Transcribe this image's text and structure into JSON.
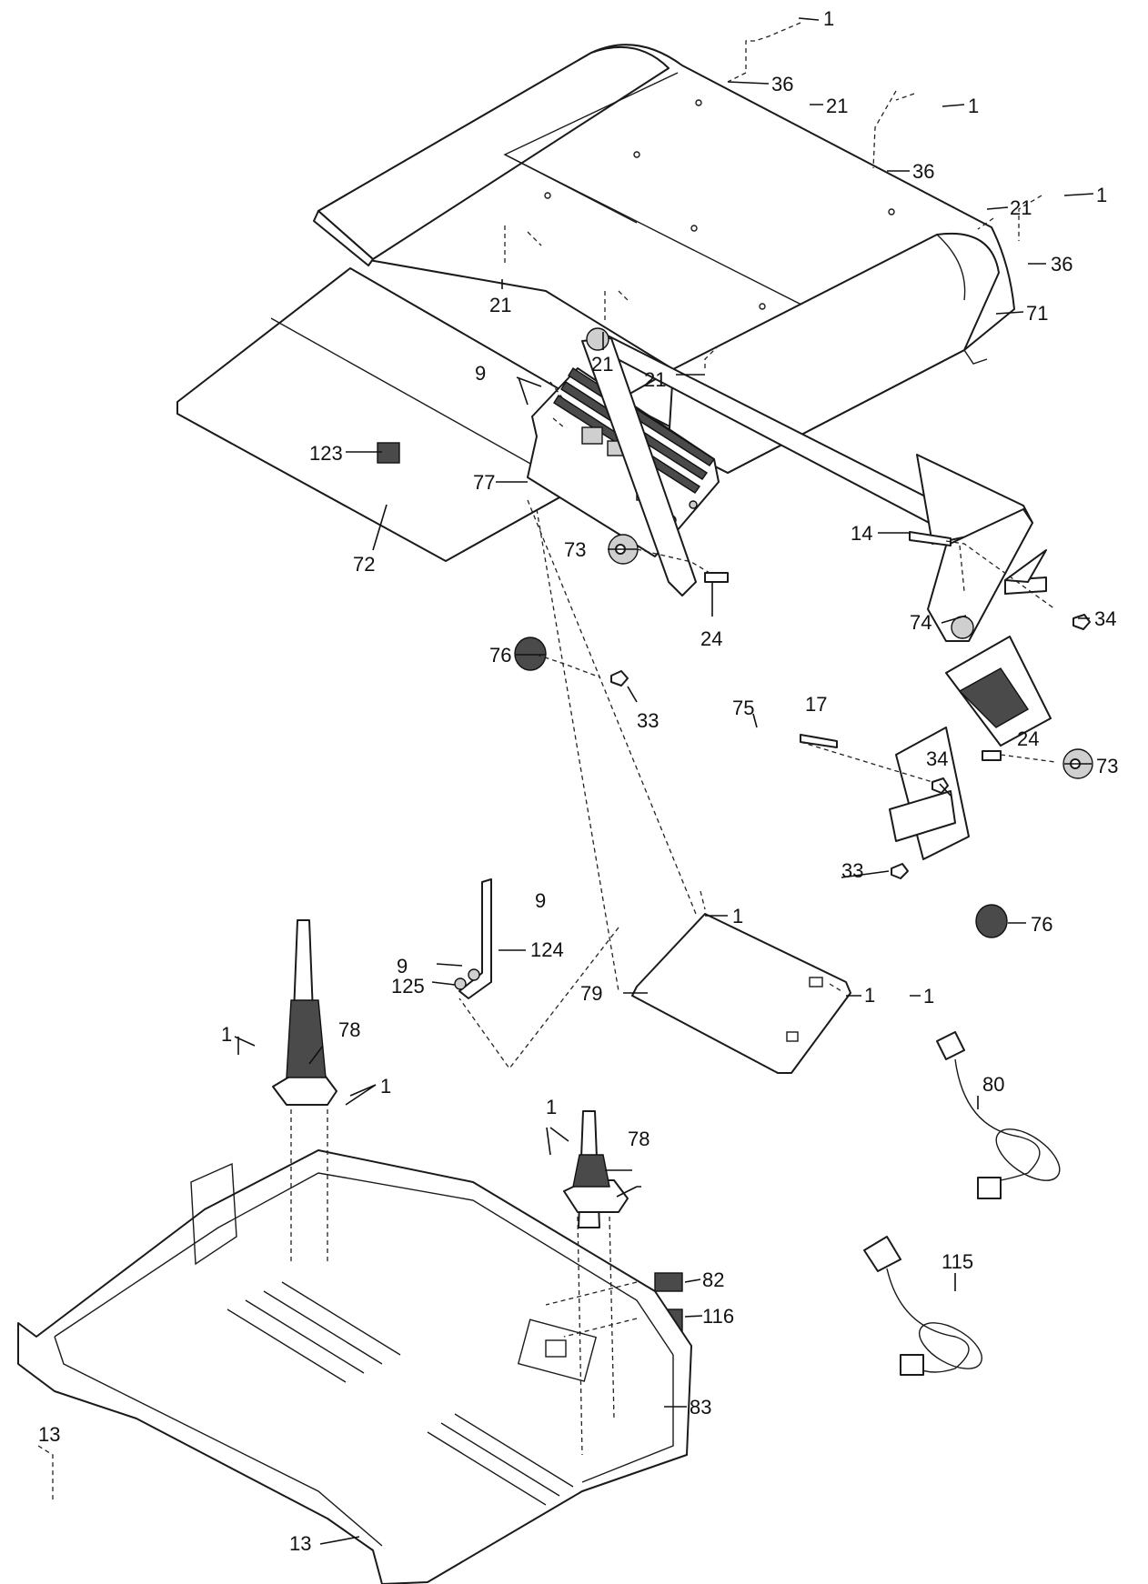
{
  "callouts": [
    {
      "id": "c1a",
      "text": "1"
    },
    {
      "id": "c36a",
      "text": "36"
    },
    {
      "id": "c21a",
      "text": "21"
    },
    {
      "id": "c1b",
      "text": "1"
    },
    {
      "id": "c36b",
      "text": "36"
    },
    {
      "id": "c21b",
      "text": "21"
    },
    {
      "id": "c1c",
      "text": "1"
    },
    {
      "id": "c36c",
      "text": "36"
    },
    {
      "id": "c71",
      "text": "71"
    },
    {
      "id": "c21c",
      "text": "21"
    },
    {
      "id": "c21d",
      "text": "21"
    },
    {
      "id": "c21e",
      "text": "21"
    },
    {
      "id": "c72",
      "text": "72"
    },
    {
      "id": "c73a",
      "text": "73"
    },
    {
      "id": "c24a",
      "text": "24"
    },
    {
      "id": "c14",
      "text": "14"
    },
    {
      "id": "c34a",
      "text": "34"
    },
    {
      "id": "c74",
      "text": "74"
    },
    {
      "id": "c76a",
      "text": "76"
    },
    {
      "id": "c33a",
      "text": "33"
    },
    {
      "id": "c75",
      "text": "75"
    },
    {
      "id": "c17",
      "text": "17"
    },
    {
      "id": "c24b",
      "text": "24"
    },
    {
      "id": "c9a",
      "text": "9"
    },
    {
      "id": "c123",
      "text": "123"
    },
    {
      "id": "c34b",
      "text": "34"
    },
    {
      "id": "c73b",
      "text": "73"
    },
    {
      "id": "c77",
      "text": "77"
    },
    {
      "id": "c33b",
      "text": "33"
    },
    {
      "id": "c9b",
      "text": "9"
    },
    {
      "id": "c1d",
      "text": "1"
    },
    {
      "id": "c76b",
      "text": "76"
    },
    {
      "id": "c124",
      "text": "124"
    },
    {
      "id": "c9c",
      "text": "9"
    },
    {
      "id": "c1e",
      "text": "1"
    },
    {
      "id": "c125",
      "text": "125"
    },
    {
      "id": "c79",
      "text": "79"
    },
    {
      "id": "c1f",
      "text": "1"
    },
    {
      "id": "c78a",
      "text": "78"
    },
    {
      "id": "c1g",
      "text": "1"
    },
    {
      "id": "c80",
      "text": "80"
    },
    {
      "id": "c1h",
      "text": "1"
    },
    {
      "id": "c78b",
      "text": "78"
    },
    {
      "id": "c1i",
      "text": "1"
    },
    {
      "id": "c115",
      "text": "115"
    },
    {
      "id": "c13a",
      "text": "13"
    },
    {
      "id": "c82",
      "text": "82"
    },
    {
      "id": "c116",
      "text": "116"
    },
    {
      "id": "c83",
      "text": "83"
    },
    {
      "id": "c13b",
      "text": "13"
    }
  ]
}
